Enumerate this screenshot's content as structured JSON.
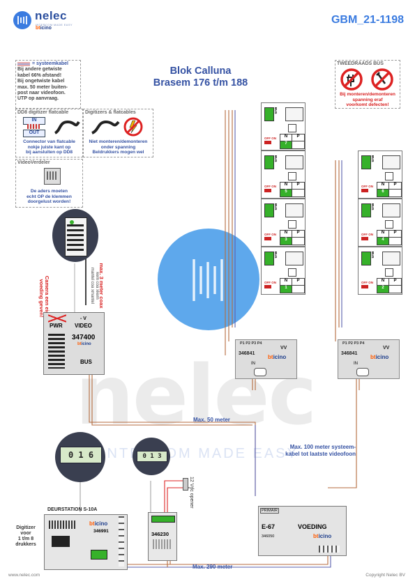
{
  "header": {
    "logo_name": "nelec",
    "logo_tagline": "INTERCOM MADE EASY",
    "logo_brand_a": "bt",
    "logo_brand_b": "icino",
    "doc_id": "GBM_21-1198"
  },
  "title": {
    "line1": "Blok Calluna",
    "line2": "Brasem 176 t/m 188"
  },
  "notes": {
    "cable": {
      "heading": "= systeemkabel",
      "lines": [
        "Bij andere getwiste",
        "kabel 66% afstand!",
        "Bij ongetwiste kabel",
        "max. 50 meter buiten-",
        "post naar videofoon.",
        "UTP op aanvraag."
      ]
    },
    "dd8": {
      "heading": "DD8 digitizer flatcable",
      "in": "IN",
      "out": "OUT",
      "text": [
        "Connector van flatcable",
        "nokje juiste kant op",
        "bij aansluiten op DD8"
      ]
    },
    "digitizers": {
      "heading": "Digitizers & flatcables",
      "text": [
        "Niet monteren/demonteren",
        "onder spanning",
        "Beldrukkers mogen wel"
      ]
    },
    "videoverdeler": {
      "heading": "VideoVerdeler",
      "text": [
        "De aders moeten",
        "echt OP de klemmen",
        "doorgelust worden!"
      ]
    },
    "tweedraads": {
      "heading": "TWEEDRAADS BUS",
      "text": [
        "Bij monteren/demonteren",
        "spanning eraf",
        "voorkomt defecten!"
      ]
    }
  },
  "labels": {
    "camera": [
      "Camera een eigen",
      "voeding geven!"
    ],
    "coax": [
      "max. 3 meter coax",
      "kern coa xkern",
      "mantel coa xmantel"
    ],
    "pwr": "PWR",
    "video": "VIDEO",
    "video_terms": "-  V",
    "bus": "BUS",
    "vv": "VV",
    "in": "IN",
    "max50": "Max. 50 meter",
    "max100": [
      "Max. 100 meter systeem-",
      "kabel tot laatste videofoon"
    ],
    "max290": "Max. 290 meter",
    "opener": "12 Vdc opener",
    "digitizer": [
      "Digitizer",
      "voor",
      "1 t/m 8",
      "drukkers"
    ],
    "deurstation": "DEURSTATION S-10A",
    "primair": "PRIMAIR",
    "voeding": "VOEDING",
    "e67": "E-67",
    "n": "N",
    "p": "P",
    "off_on": "OFF ON",
    "ports": [
      "P1",
      "P2",
      "P3",
      "P4"
    ]
  },
  "devices": {
    "camera_module": "347400",
    "distributor": "346841",
    "door_station": "346991",
    "digitizer_mod": "346230",
    "power_supply": "346050"
  },
  "left_stack": {
    "addresses": [
      "7",
      "5",
      "3",
      "1"
    ]
  },
  "right_stack": {
    "addresses": [
      "6",
      "4",
      "2"
    ]
  },
  "magnifiers": {
    "top_digits": "0 1 6",
    "middle_digits": "0 1 3"
  },
  "watermark": {
    "word": "nelec",
    "tagline": "INTERCOM MADE EASY"
  },
  "footer": {
    "left": "www.nelec.com",
    "right": "Copyright Nelec BV"
  },
  "colors": {
    "brand_blue": "#2c4f9e",
    "title_blue": "#3552a3",
    "doc_blue": "#3a7be0",
    "warn_red": "#d82020",
    "bticino_orange": "#ff5a00",
    "watermark_blue": "#2e8ce6"
  }
}
